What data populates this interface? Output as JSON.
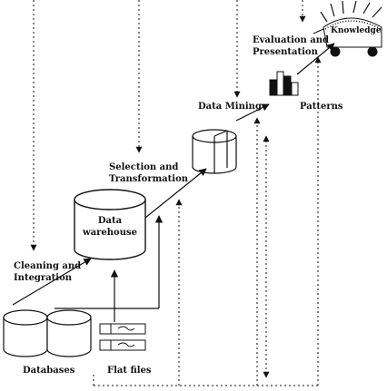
{
  "stages": {
    "cleaning": "Cleaning and Integration",
    "cleaning_line1": "Cleaning and",
    "cleaning_line2": "Integration",
    "selection_line1": "Selection and",
    "selection_line2": "Transformation",
    "mining": "Data Mining",
    "evaluation_line1": "Evaluation and",
    "evaluation_line2": "Presentation"
  },
  "nodes": {
    "databases": "Databases",
    "flat_files": "Flat files",
    "warehouse_line1": "Data",
    "warehouse_line2": "warehouse",
    "patterns": "Patterns",
    "knowledge": "Knowledge"
  },
  "colors": {
    "ink": "#111111",
    "background": "#ffffff"
  }
}
